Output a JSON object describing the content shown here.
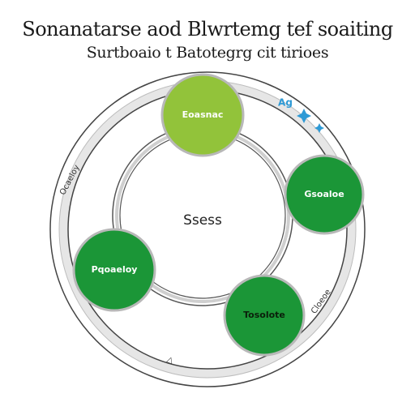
{
  "title": {
    "line1": "Sonanatarse aod Blwrtemg tef soaiting",
    "line2": "Surtboaio  t Batotegrg  cit tirioes"
  },
  "colors": {
    "ring_outer": "#e6e6e6",
    "ring_stroke": "#444444",
    "light_green": "#92c33a",
    "dark_green": "#1b9637",
    "node_border": "#b8b8b8",
    "accent_blue": "#2e9ad6"
  },
  "diagram": {
    "center_label": "Ssess",
    "nodes": [
      {
        "label": "Eoasnac",
        "variant": "light"
      },
      {
        "label": "Gsoaloe",
        "variant": "dark"
      },
      {
        "label": "Tosolote",
        "variant": "dark"
      },
      {
        "label": "Pqoaeloy",
        "variant": "dark"
      }
    ],
    "ring_labels": [
      {
        "text": "Ocaeloy"
      },
      {
        "text": "Cloeoe"
      },
      {
        "text": "△"
      }
    ],
    "badge": {
      "text": "Ag",
      "icon": "sparkle-icon"
    }
  }
}
